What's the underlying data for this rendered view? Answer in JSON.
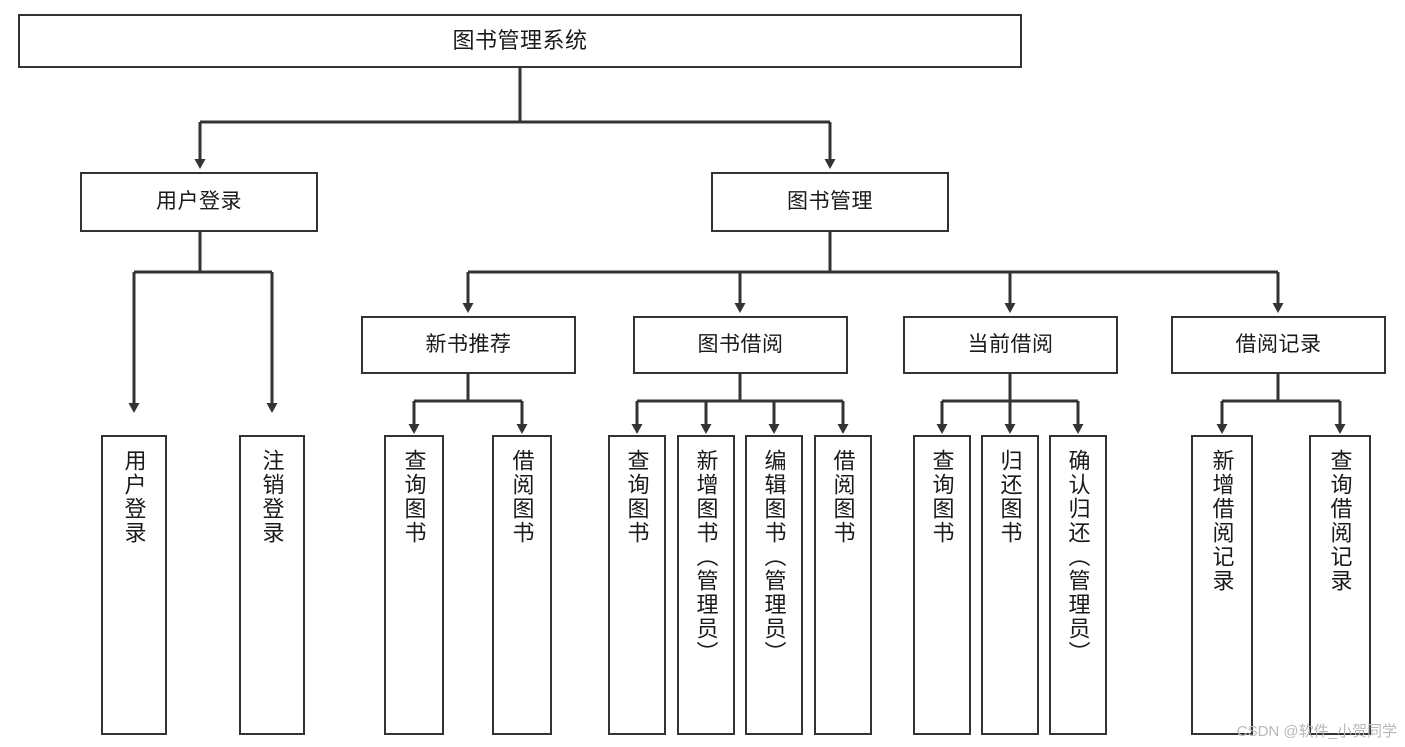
{
  "diagram": {
    "kind": "tree-hierarchy-chart",
    "title_node": {
      "id": "root",
      "label": "图书管理系统"
    },
    "level2": [
      {
        "id": "user-login",
        "label": "用户登录"
      },
      {
        "id": "book-manage",
        "label": "图书管理"
      }
    ],
    "level3": [
      {
        "id": "new-book-recommend",
        "label": "新书推荐",
        "parent": "book-manage"
      },
      {
        "id": "book-borrow",
        "label": "图书借阅",
        "parent": "book-manage"
      },
      {
        "id": "current-borrow",
        "label": "当前借阅",
        "parent": "book-manage"
      },
      {
        "id": "borrow-record",
        "label": "借阅记录",
        "parent": "book-manage"
      }
    ],
    "leaves": [
      {
        "id": "leaf-user-login",
        "label": "用户登录",
        "parent": "user-login"
      },
      {
        "id": "leaf-logout-login",
        "label": "注销登录",
        "parent": "user-login"
      },
      {
        "id": "leaf-query-book-1",
        "label": "查询图书",
        "parent": "new-book-recommend"
      },
      {
        "id": "leaf-borrow-book-1",
        "label": "借阅图书",
        "parent": "new-book-recommend"
      },
      {
        "id": "leaf-query-book-2",
        "label": "查询图书",
        "parent": "book-borrow"
      },
      {
        "id": "leaf-add-book",
        "label": "新增图书（管理员）",
        "parent": "book-borrow"
      },
      {
        "id": "leaf-edit-book",
        "label": "编辑图书（管理员）",
        "parent": "book-borrow"
      },
      {
        "id": "leaf-borrow-book-2",
        "label": "借阅图书",
        "parent": "book-borrow"
      },
      {
        "id": "leaf-query-book-3",
        "label": "查询图书",
        "parent": "current-borrow"
      },
      {
        "id": "leaf-return-book",
        "label": "归还图书",
        "parent": "current-borrow"
      },
      {
        "id": "leaf-confirm-return",
        "label": "确认归还（管理员）",
        "parent": "current-borrow"
      },
      {
        "id": "leaf-add-borrow-record",
        "label": "新增借阅记录",
        "parent": "borrow-record"
      },
      {
        "id": "leaf-query-borrow-record",
        "label": "查询借阅记录",
        "parent": "borrow-record"
      }
    ],
    "colors": {
      "box_border": "#333333",
      "box_fill": "#ffffff",
      "connector": "#333333",
      "text": "#1a1a1a",
      "watermark": "#b8b8b8",
      "background": "#ffffff"
    }
  },
  "watermark": {
    "text": "CSDN @软件_小贺同学"
  }
}
